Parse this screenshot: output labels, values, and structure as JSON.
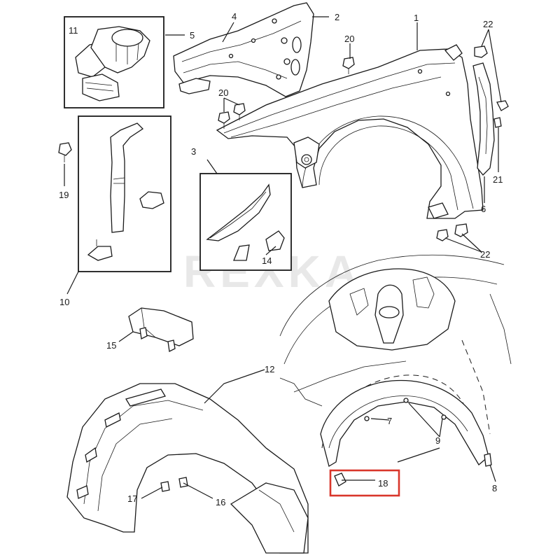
{
  "watermark": "REXKA",
  "callouts": [
    {
      "id": "1",
      "label": "1"
    },
    {
      "id": "2",
      "label": "2"
    },
    {
      "id": "3",
      "label": "3"
    },
    {
      "id": "4",
      "label": "4"
    },
    {
      "id": "5",
      "label": "5"
    },
    {
      "id": "6",
      "label": "6"
    },
    {
      "id": "7",
      "label": "7"
    },
    {
      "id": "8",
      "label": "8"
    },
    {
      "id": "9",
      "label": "9"
    },
    {
      "id": "10",
      "label": "10"
    },
    {
      "id": "11",
      "label": "11"
    },
    {
      "id": "12",
      "label": "12"
    },
    {
      "id": "14",
      "label": "14"
    },
    {
      "id": "15",
      "label": "15"
    },
    {
      "id": "16",
      "label": "16"
    },
    {
      "id": "17",
      "label": "17"
    },
    {
      "id": "18",
      "label": "18"
    },
    {
      "id": "19",
      "label": "19"
    },
    {
      "id": "20a",
      "label": "20"
    },
    {
      "id": "20b",
      "label": "20"
    },
    {
      "id": "21",
      "label": "21"
    },
    {
      "id": "22a",
      "label": "22"
    },
    {
      "id": "22b",
      "label": "22"
    }
  ],
  "highlight": {
    "callout": "18",
    "color": "#d9362b"
  },
  "colors": {
    "ink": "#1a1a1a",
    "highlight": "#d9362b",
    "watermark": "#e8e8e8"
  }
}
